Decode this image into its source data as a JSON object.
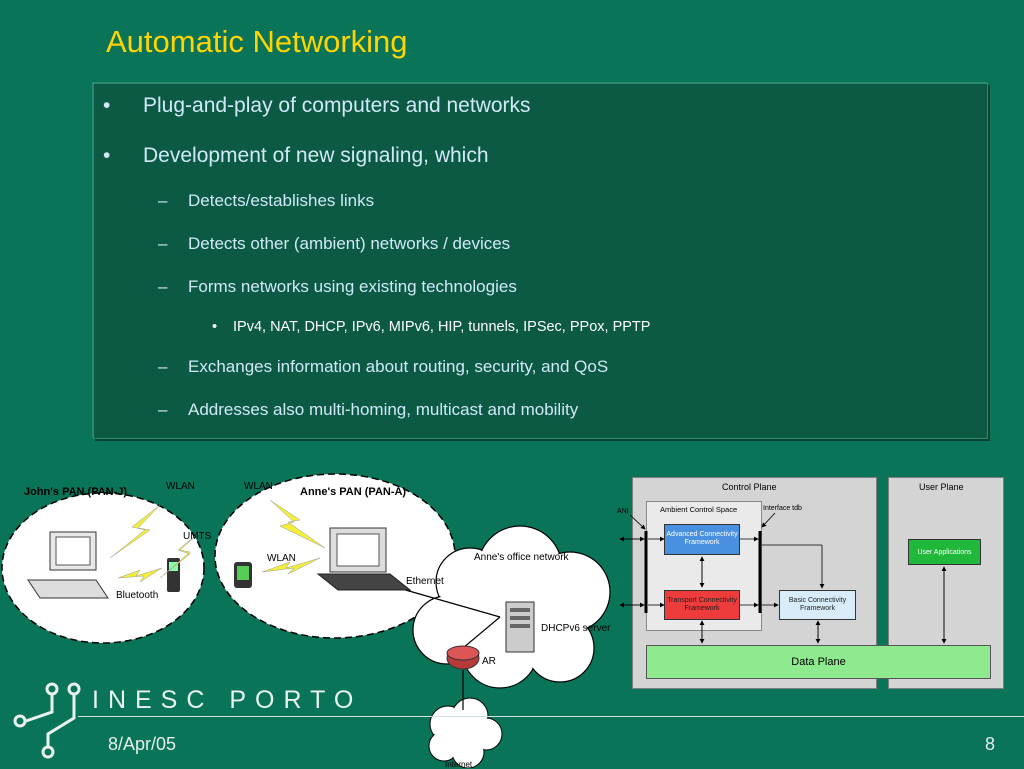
{
  "slide": {
    "title": "Automatic Networking",
    "date": "8/Apr/05",
    "page_number": "8",
    "logo_text": "INESC PORTO"
  },
  "bullets": {
    "b1": "Plug-and-play of computers and networks",
    "b2": "Development of new signaling, which",
    "s1": "Detects/establishes links",
    "s2": "Detects other (ambient) networks / devices",
    "s3": "Forms networks using existing technologies",
    "t1": "IPv4, NAT, DHCP, IPv6, MIPv6, HIP, tunnels, IPSec, PPox, PPTP",
    "s4": "Exchanges information about routing, security, and QoS",
    "s5": "Addresses also multi-homing, multicast and mobility",
    "bullet_mark": "•",
    "dash_mark": "–"
  },
  "network_diagram": {
    "johns_pan": "John's PAN (PAN-J)",
    "annes_pan": "Anne's PAN (PAN-A)",
    "wlan_1": "WLAN",
    "wlan_2": "WLAN",
    "wlan_3": "WLAN",
    "umts": "UMTS",
    "bluetooth": "Bluetooth",
    "ethernet": "Ethernet",
    "office_network": "Anne's office network",
    "dhcp_server": "DHCPv6 server",
    "ar": "AR",
    "internet": "Internet"
  },
  "architecture_diagram": {
    "control_plane": "Control Plane",
    "user_plane": "User Plane",
    "ani": "ANI",
    "ambient_control_space": "Ambient Control Space",
    "interface_tdb": "Interface tdb",
    "advanced_framework": "Advanced Connectivity Framework",
    "transport_framework": "Transport Connectivity Framework",
    "basic_framework": "Basic Connectivity Framework",
    "user_applications": "User Applications",
    "data_plane": "Data Plane",
    "colors": {
      "advanced": "#4a90e0",
      "transport": "#ee3b3b",
      "basic": "#d8ecfa",
      "user_apps": "#1fb83a",
      "data_plane": "#8fea8f"
    }
  }
}
